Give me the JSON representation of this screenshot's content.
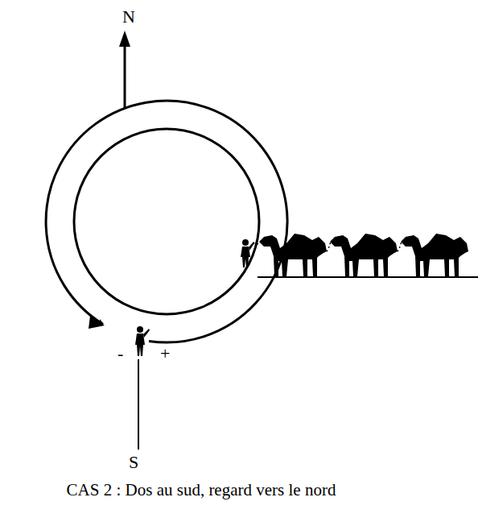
{
  "diagram": {
    "caption": "CAS 2 : Dos au sud, regard vers le nord",
    "labels": [
      "N",
      "-",
      "+",
      "S"
    ]
  }
}
